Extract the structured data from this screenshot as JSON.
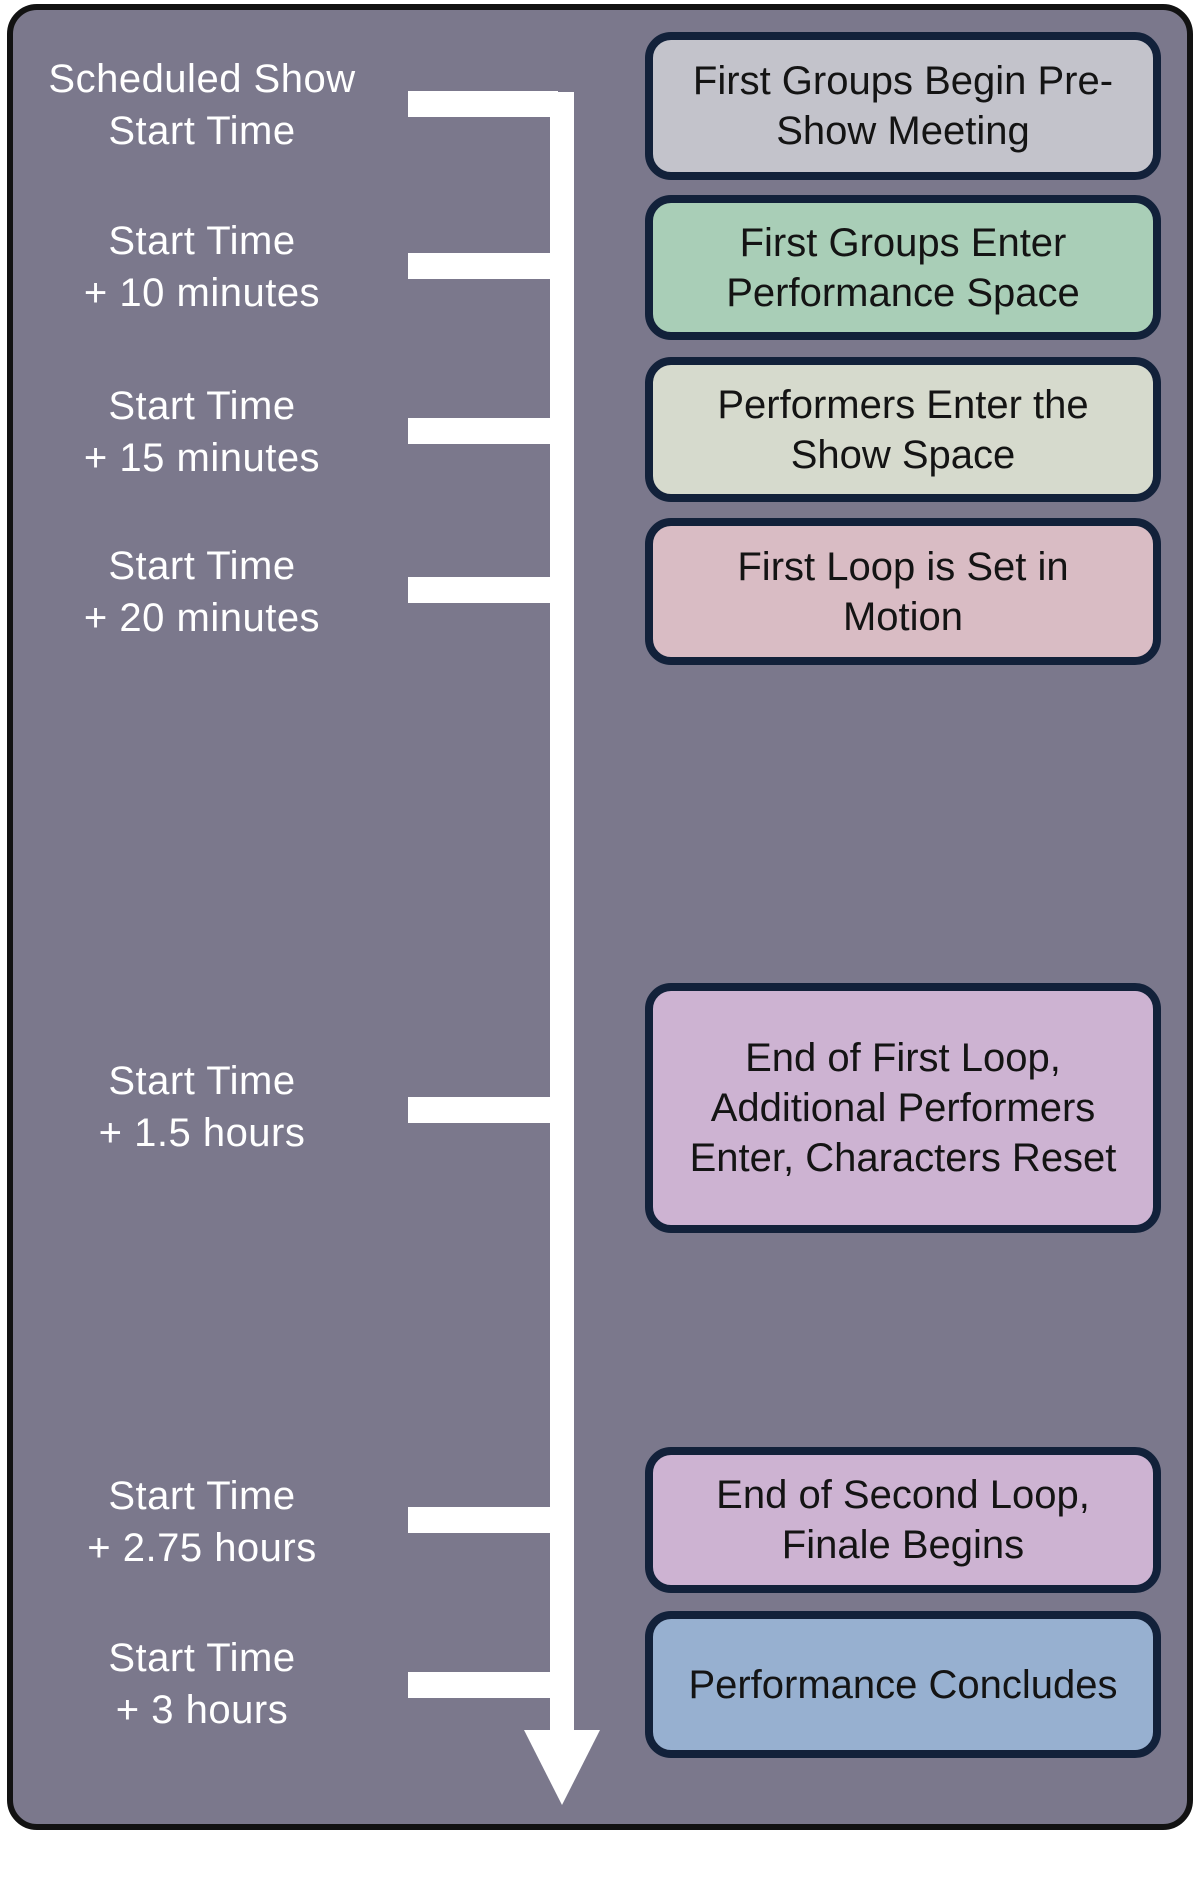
{
  "colors": {
    "panel_background": "#7b788c",
    "panel_border": "#121212",
    "timeline": "#ffffff",
    "box_border": "#12213a"
  },
  "timeline": {
    "direction": "down",
    "events": [
      {
        "time_lines": [
          "Scheduled Show",
          "Start Time"
        ],
        "event_lines": [
          "First Groups Begin Pre-",
          "Show Meeting"
        ],
        "box_color": "#c3c3cb"
      },
      {
        "time_lines": [
          "Start Time",
          "+ 10 minutes"
        ],
        "event_lines": [
          "First Groups Enter",
          "Performance Space"
        ],
        "box_color": "#a9ceb7"
      },
      {
        "time_lines": [
          "Start Time",
          "+ 15 minutes"
        ],
        "event_lines": [
          "Performers Enter the",
          "Show Space"
        ],
        "box_color": "#d6dacd"
      },
      {
        "time_lines": [
          "Start Time",
          "+ 20 minutes"
        ],
        "event_lines": [
          "First Loop is Set in",
          "Motion"
        ],
        "box_color": "#d9bcc4"
      },
      {
        "time_lines": [
          "Start Time",
          "+ 1.5 hours"
        ],
        "event_lines": [
          "End of First Loop,",
          "Additional Performers",
          "Enter, Characters Reset"
        ],
        "box_color": "#cdb3d2"
      },
      {
        "time_lines": [
          "Start Time",
          "+ 2.75 hours"
        ],
        "event_lines": [
          "End of Second Loop,",
          "Finale Begins"
        ],
        "box_color": "#cdb3d2"
      },
      {
        "time_lines": [
          "Start Time",
          "+ 3 hours"
        ],
        "event_lines": [
          "Performance Concludes"
        ],
        "box_color": "#97b0d0"
      }
    ]
  }
}
